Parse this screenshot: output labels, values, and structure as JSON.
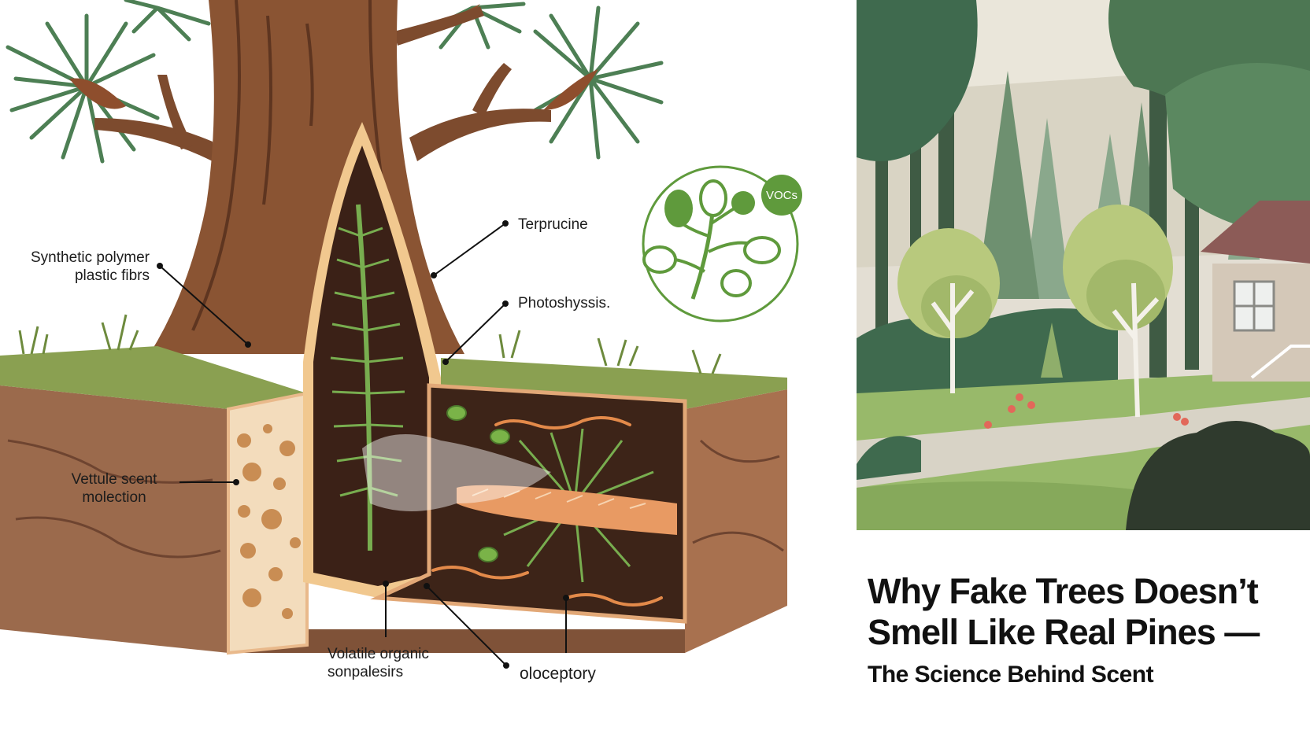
{
  "labels": {
    "synthetic_line1": "Synthetic polymer",
    "synthetic_line2": "plastic fibrs",
    "terprucine": "Terprucine",
    "photosynthesis": "Photoshyssis.",
    "vocs_badge": "VOCs",
    "scent_line1": "Vettule scent",
    "scent_line2": "molection",
    "volatile_line1": "Volatile organic",
    "volatile_line2": "sonpalesirs",
    "olfactory": "oloceptory"
  },
  "headline": {
    "line1": "Why Fake Trees Doesn’t",
    "line2": "Smell Like Real Pines —",
    "subtitle": "The Science Behind Scent"
  },
  "colors": {
    "bark": "#8a5433",
    "bark_dark": "#5e3520",
    "soil": "#9b6a4c",
    "grass": "#8aa051",
    "needle_green": "#5b8a3e",
    "badge_green": "#5f9a3c",
    "scene_sky": "#e3ded3",
    "scene_forest": "#3f6a4e"
  }
}
